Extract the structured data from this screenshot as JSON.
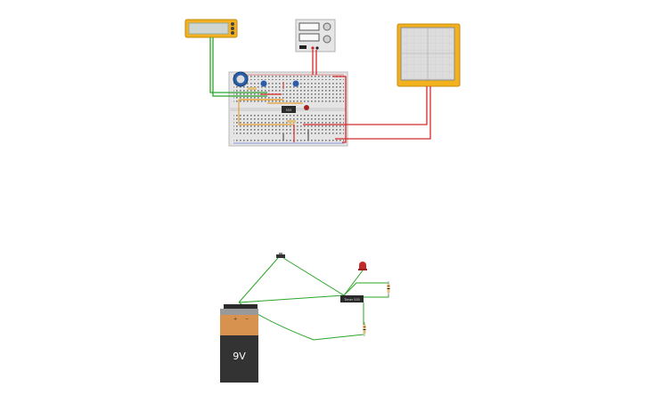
{
  "canvas": {
    "background": "#ffffff"
  },
  "components": {
    "multimeter": {
      "name": "multimeter",
      "color": "#f2b21e"
    },
    "power_supply": {
      "name": "power-supply",
      "color": "#e6e6e6"
    },
    "oscilloscope": {
      "name": "oscilloscope",
      "color": "#f2b21e"
    },
    "breadboard": {
      "name": "breadboard",
      "color": "#e5e5e5",
      "chip_label": "555"
    },
    "battery": {
      "name": "battery-9v",
      "label": "9V",
      "cap_color": "#d8924f",
      "body_color": "#333333"
    },
    "timer_chip": {
      "name": "timer-chip",
      "label": "Timer 555"
    }
  },
  "colors": {
    "wire_green": "#2aa52a",
    "wire_red": "#d62b2b",
    "wire_orange": "#e8a035",
    "led_red": "#c22a2a",
    "pot_blue": "#2a5fa8"
  }
}
